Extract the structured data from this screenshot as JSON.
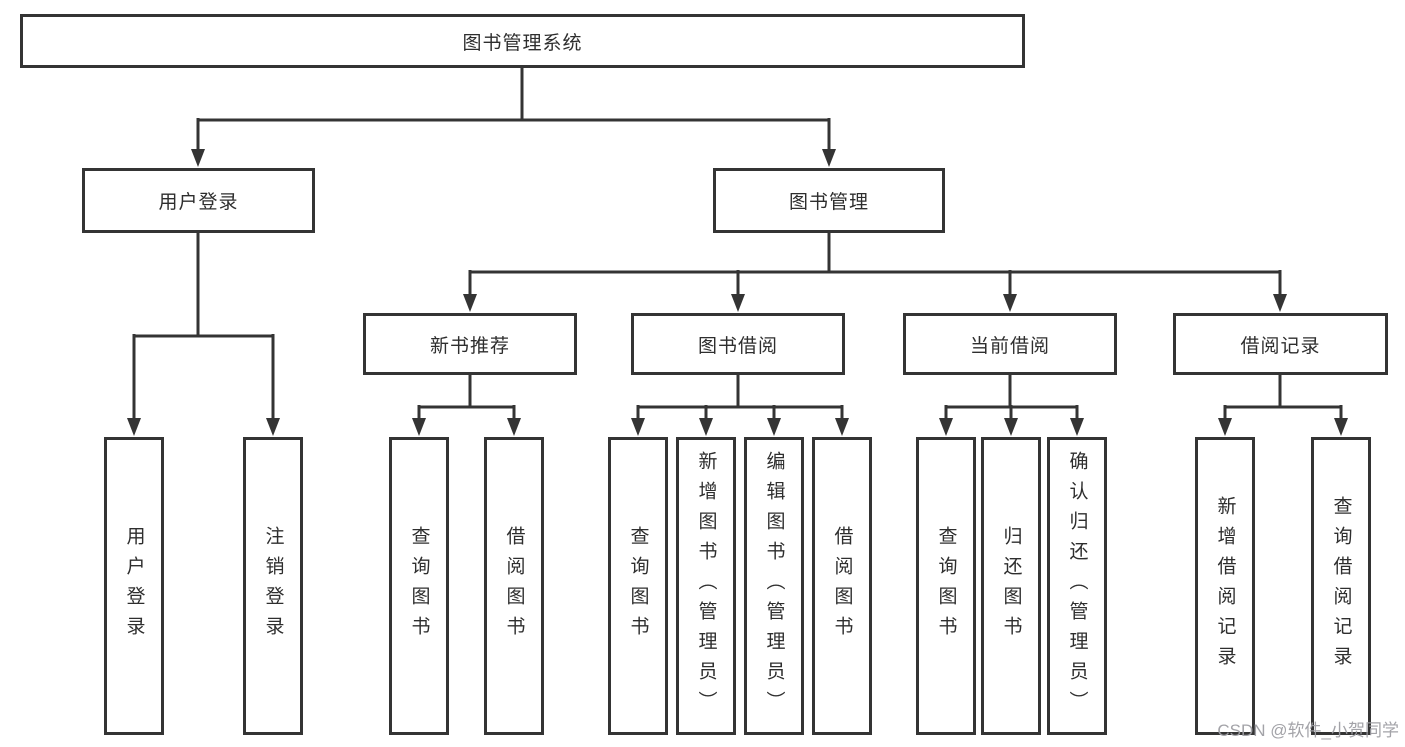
{
  "diagram": {
    "root": {
      "label": "图书管理系统"
    },
    "branches": [
      {
        "label": "用户登录",
        "children": [
          "用户登录",
          "注销登录"
        ]
      },
      {
        "label": "图书管理",
        "groups": [
          {
            "label": "新书推荐",
            "children": [
              "查询图书",
              "借阅图书"
            ]
          },
          {
            "label": "图书借阅",
            "children": [
              "查询图书",
              "新增图书（管理员）",
              "编辑图书（管理员）",
              "借阅图书"
            ]
          },
          {
            "label": "当前借阅",
            "children": [
              "查询图书",
              "归还图书",
              "确认归还（管理员）"
            ]
          },
          {
            "label": "借阅记录",
            "children": [
              "新增借阅记录",
              "查询借阅记录"
            ]
          }
        ]
      }
    ]
  },
  "watermark": {
    "text": "CSDN @软件_小贺同学"
  },
  "colors": {
    "line": "#343434",
    "text": "#2e2e2e",
    "background": "#ffffff",
    "watermark": "#9e9ea3"
  }
}
